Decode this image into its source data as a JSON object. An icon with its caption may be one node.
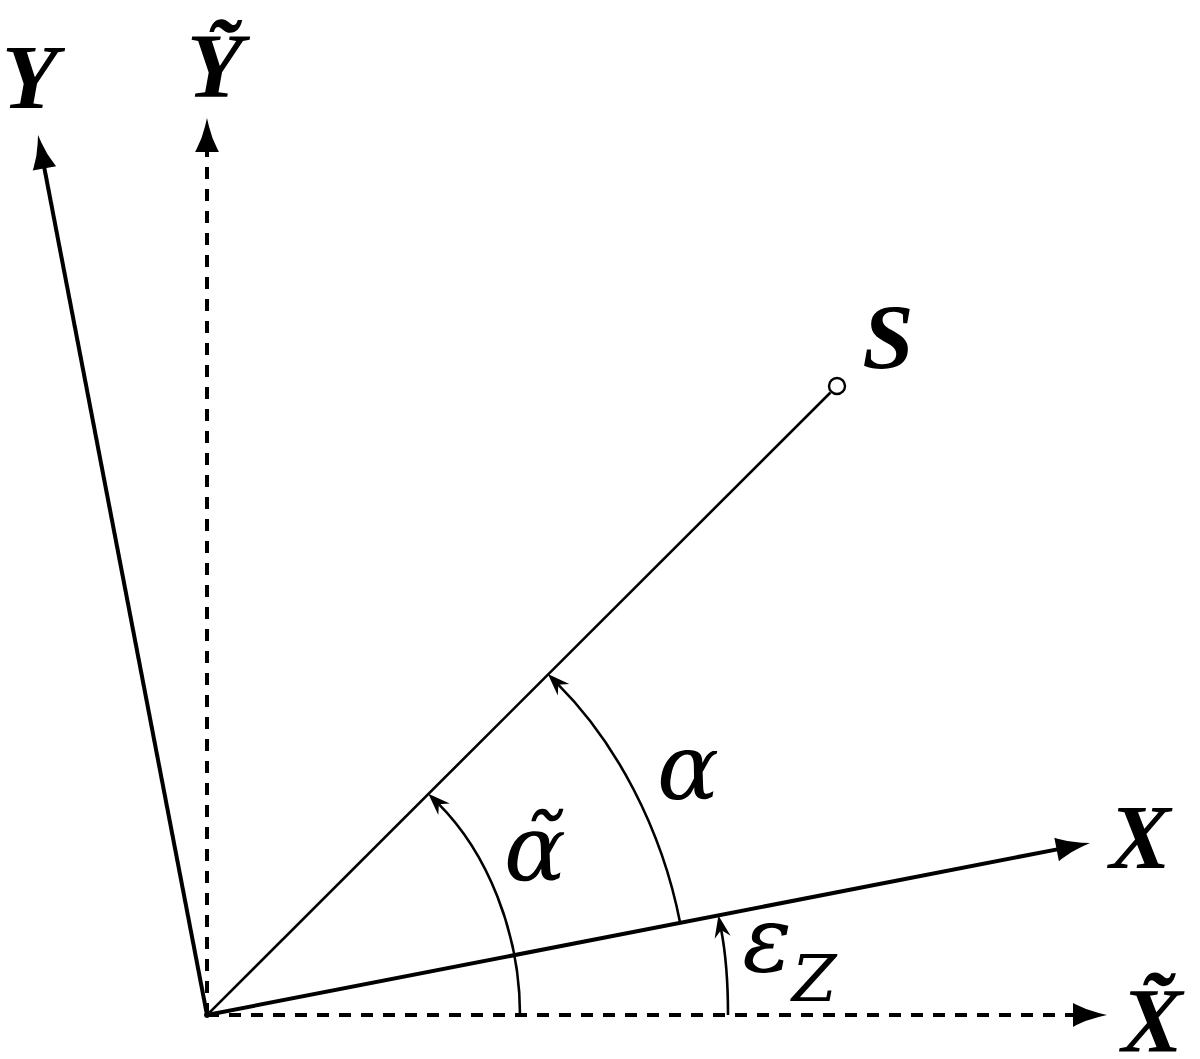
{
  "diagram": {
    "nodes": [
      {
        "text": [],
        "shape": "circle",
        "beside": [
          "S"
        ]
      },
      {
        "text": [],
        "shape": "point"
      }
    ],
    "edges": [
      {
        "from": 1,
        "to": 0,
        "arrow": "none"
      }
    ],
    "labels": [
      "Y",
      "Ỹ",
      "α",
      "α̃",
      "X",
      "ε$_{Z}$",
      "X̃"
    ]
  }
}
